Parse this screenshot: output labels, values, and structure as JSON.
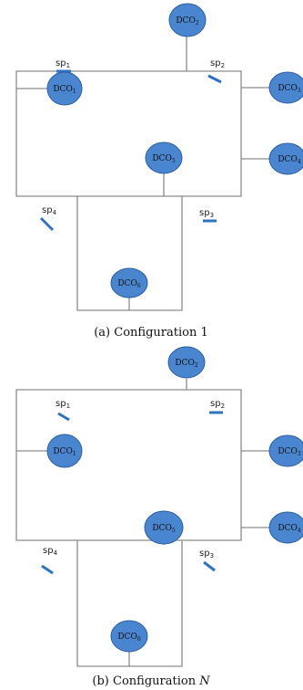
{
  "figures": [
    {
      "caption": {
        "label": "(a)",
        "text": "Configuration 1"
      },
      "nodes": [
        {
          "id": "DCO1",
          "main": "DCO",
          "sub": "1"
        },
        {
          "id": "DCO2",
          "main": "DCO",
          "sub": "2"
        },
        {
          "id": "DCO3",
          "main": "DCO",
          "sub": "3"
        },
        {
          "id": "DCO4",
          "main": "DCO",
          "sub": "4"
        },
        {
          "id": "DCO5",
          "main": "DCO",
          "sub": "5"
        },
        {
          "id": "DCO6",
          "main": "DCO",
          "sub": "6"
        }
      ],
      "switches": [
        {
          "id": "sp1",
          "main": "sp",
          "sub": "1",
          "state": "closed"
        },
        {
          "id": "sp2",
          "main": "sp",
          "sub": "2",
          "state": "open"
        },
        {
          "id": "sp3",
          "main": "sp",
          "sub": "3",
          "state": "closed"
        },
        {
          "id": "sp4",
          "main": "sp",
          "sub": "4",
          "state": "open"
        }
      ]
    },
    {
      "caption": {
        "label": "(b)",
        "text": "Configuration",
        "var": "N"
      },
      "nodes": [
        {
          "id": "DCO1",
          "main": "DCO",
          "sub": "1"
        },
        {
          "id": "DCO2",
          "main": "DCO",
          "sub": "2"
        },
        {
          "id": "DCO3",
          "main": "DCO",
          "sub": "3"
        },
        {
          "id": "DCO4",
          "main": "DCO",
          "sub": "4"
        },
        {
          "id": "DCO5",
          "main": "DCO",
          "sub": "5"
        },
        {
          "id": "DCO6",
          "main": "DCO",
          "sub": "6"
        }
      ],
      "switches": [
        {
          "id": "sp1",
          "main": "sp",
          "sub": "1",
          "state": "open"
        },
        {
          "id": "sp2",
          "main": "sp",
          "sub": "2",
          "state": "closed"
        },
        {
          "id": "sp3",
          "main": "sp",
          "sub": "3",
          "state": "open"
        },
        {
          "id": "sp4",
          "main": "sp",
          "sub": "4",
          "state": "open"
        }
      ]
    }
  ]
}
